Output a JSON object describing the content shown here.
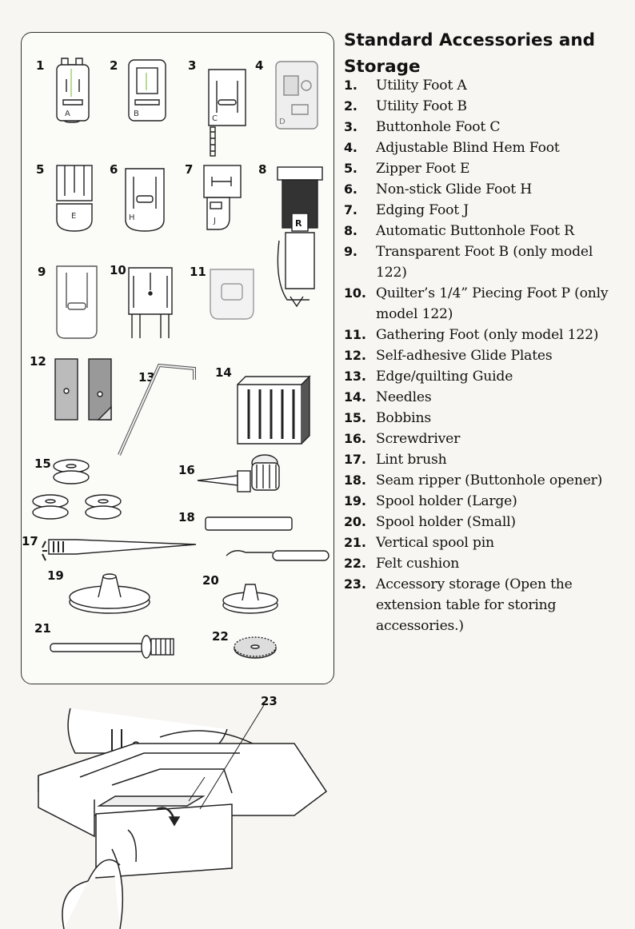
{
  "title": "Standard Accessories and Storage",
  "items": [
    {
      "n": "1.",
      "text": "Utility Foot A"
    },
    {
      "n": "2.",
      "text": "Utility Foot B"
    },
    {
      "n": "3.",
      "text": "Buttonhole Foot C"
    },
    {
      "n": "4.",
      "text": "Adjustable Blind Hem Foot"
    },
    {
      "n": "5.",
      "text": "Zipper Foot E"
    },
    {
      "n": "6.",
      "text": "Non-stick Glide Foot H"
    },
    {
      "n": "7.",
      "text": "Edging Foot J"
    },
    {
      "n": "8.",
      "text": "Automatic Buttonhole Foot R"
    },
    {
      "n": "9.",
      "text": "Transparent Foot B (only model 122)"
    },
    {
      "n": "10.",
      "text": "Quilter’s 1/4” Piecing Foot P (only model 122)"
    },
    {
      "n": "11.",
      "text": "Gathering Foot (only model 122)"
    },
    {
      "n": "12.",
      "text": "Self-adhesive Glide Plates"
    },
    {
      "n": "13.",
      "text": "Edge/quilting Guide"
    },
    {
      "n": "14.",
      "text": "Needles"
    },
    {
      "n": "15.",
      "text": "Bobbins"
    },
    {
      "n": "16.",
      "text": "Screwdriver"
    },
    {
      "n": "17.",
      "text": "Lint brush"
    },
    {
      "n": "18.",
      "text": "Seam ripper (Buttonhole opener)"
    },
    {
      "n": "19.",
      "text": "Spool holder (Large)"
    },
    {
      "n": "20.",
      "text": "Spool holder (Small)"
    },
    {
      "n": "21.",
      "text": "Vertical spool pin"
    },
    {
      "n": "22.",
      "text": "Felt cushion"
    },
    {
      "n": "23.",
      "text": "Accessory storage (Open the extension table for storing accessories.)"
    }
  ],
  "figure_numbers": [
    "1",
    "2",
    "3",
    "4",
    "5",
    "6",
    "7",
    "8",
    "9",
    "10",
    "11",
    "12",
    "13",
    "14",
    "15",
    "16",
    "17",
    "18",
    "19",
    "20",
    "21",
    "22",
    "23"
  ],
  "foot_letters": [
    "A",
    "B",
    "C",
    "D",
    "E",
    "H",
    "J",
    "R"
  ]
}
